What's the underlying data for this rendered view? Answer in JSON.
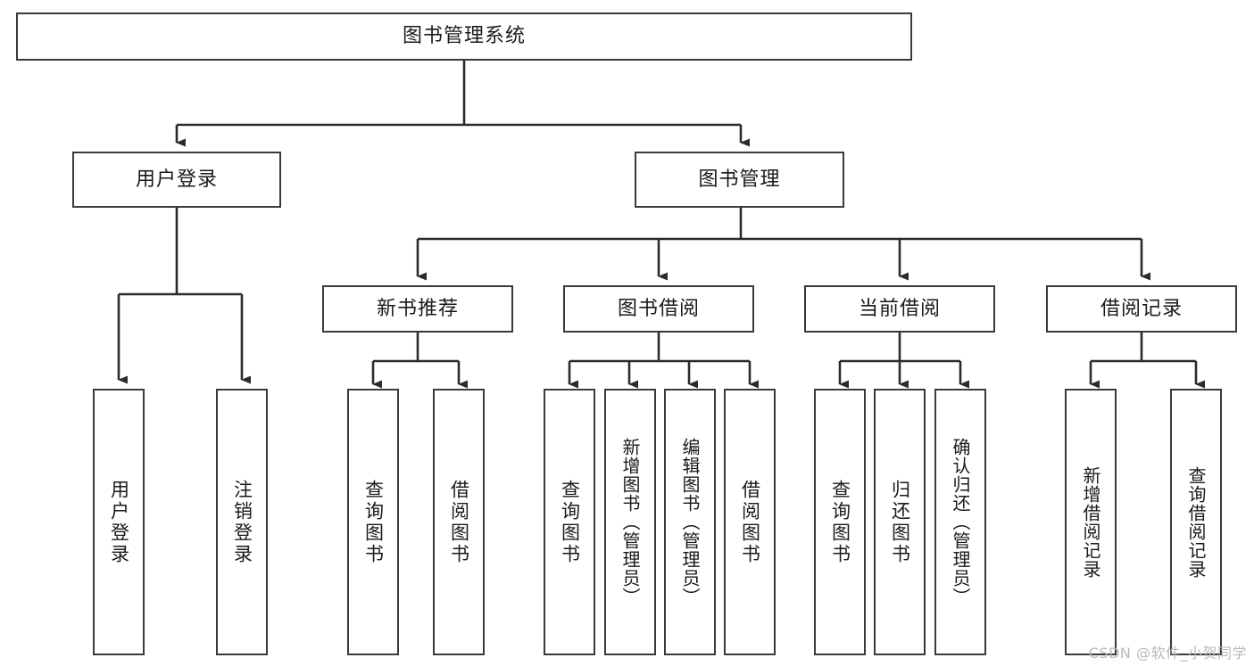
{
  "diagram": {
    "title": "图书管理系统",
    "type": "tree",
    "watermark": "CSDN @软件_小贺同学",
    "colors": {
      "box_border": "#3a3a3a",
      "box_fill": "#ffffff",
      "connector": "#2b2b2b",
      "text": "#1a1a1a",
      "watermark": "#b9b9b9"
    },
    "nodes": {
      "root": {
        "label": "图书管理系统"
      },
      "level2": [
        {
          "id": "user-login",
          "label": "用户登录"
        },
        {
          "id": "book-management",
          "label": "图书管理"
        }
      ],
      "level3": [
        {
          "id": "new-book-recommend",
          "label": "新书推荐"
        },
        {
          "id": "book-borrow",
          "label": "图书借阅"
        },
        {
          "id": "current-borrow",
          "label": "当前借阅"
        },
        {
          "id": "borrow-record",
          "label": "借阅记录"
        }
      ],
      "leaves": {
        "user-login": [
          {
            "id": "leaf-user-login",
            "label": "用户登录"
          },
          {
            "id": "leaf-user-logout",
            "label": "注销登录"
          }
        ],
        "new-book-recommend": [
          {
            "id": "leaf-query-book-1",
            "label": "查询图书"
          },
          {
            "id": "leaf-borrow-book-1",
            "label": "借阅图书"
          }
        ],
        "book-borrow": [
          {
            "id": "leaf-query-book-2",
            "label": "查询图书"
          },
          {
            "id": "leaf-add-book",
            "label": "新增图书（管理员）"
          },
          {
            "id": "leaf-edit-book",
            "label": "编辑图书（管理员）"
          },
          {
            "id": "leaf-borrow-book-2",
            "label": "借阅图书"
          }
        ],
        "current-borrow": [
          {
            "id": "leaf-query-book-3",
            "label": "查询图书"
          },
          {
            "id": "leaf-return-book",
            "label": "归还图书"
          },
          {
            "id": "leaf-confirm-return",
            "label": "确认归还（管理员）"
          }
        ],
        "borrow-record": [
          {
            "id": "leaf-add-record",
            "label": "新增借阅记录"
          },
          {
            "id": "leaf-query-record",
            "label": "查询借阅记录"
          }
        ]
      }
    }
  }
}
